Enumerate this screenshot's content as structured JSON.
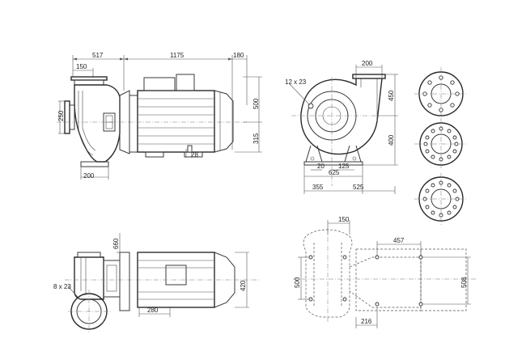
{
  "dimensions": {
    "overall_left": "517",
    "overall_mid": "1175",
    "overall_right": "180",
    "suction_offset": "150",
    "height_upper": "500",
    "height_lower": "315",
    "flange_dia": "250",
    "foot_slot": "28",
    "base_width_side": "200",
    "bolt_pattern": "12 x 23",
    "outlet_width": "200",
    "height_450": "450",
    "height_400": "400",
    "foot_20": "20",
    "foot_125": "125",
    "width_625": "625",
    "width_355": "355",
    "width_525": "525",
    "top_660": "660",
    "top_420": "420",
    "top_280": "280",
    "top_bolts": "8 x 23",
    "base_150": "150",
    "base_457": "457",
    "base_500": "500",
    "base_508": "508",
    "base_216": "216"
  }
}
